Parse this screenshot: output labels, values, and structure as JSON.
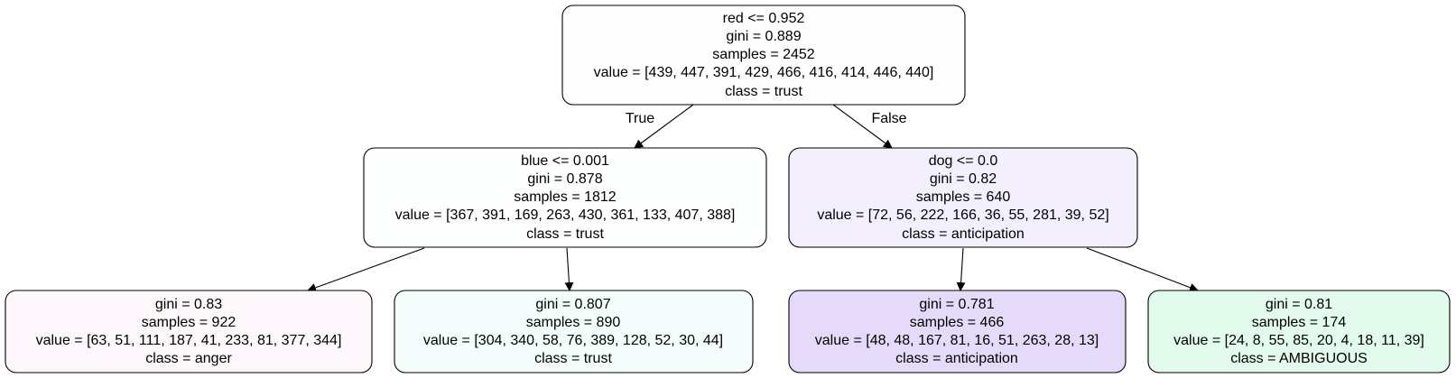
{
  "colors": {
    "node_root": "#fefefe",
    "node_left": "#fdfefe",
    "node_right": "#f3effd",
    "leaf_1": "#fdf7fc",
    "leaf_2": "#f4fdfc",
    "leaf_3": "#e6dafa",
    "leaf_4": "#e3fbed",
    "edge": "#000000"
  },
  "nodes": [
    {
      "id": "root",
      "lines": [
        "red <= 0.952",
        "gini = 0.889",
        "samples = 2452",
        "value = [439, 447, 391, 429, 466, 416, 414, 446, 440]",
        "class = trust"
      ]
    },
    {
      "id": "left",
      "lines": [
        "blue <= 0.001",
        "gini = 0.878",
        "samples = 1812",
        "value = [367, 391, 169, 263, 430, 361, 133, 407, 388]",
        "class = trust"
      ]
    },
    {
      "id": "right",
      "lines": [
        "dog <= 0.0",
        "gini = 0.82",
        "samples = 640",
        "value = [72, 56, 222, 166, 36, 55, 281, 39, 52]",
        "class = anticipation"
      ]
    },
    {
      "id": "leaf1",
      "lines": [
        "gini = 0.83",
        "samples = 922",
        "value = [63, 51, 111, 187, 41, 233, 81, 377, 344]",
        "class = anger"
      ]
    },
    {
      "id": "leaf2",
      "lines": [
        "gini = 0.807",
        "samples = 890",
        "value = [304, 340, 58, 76, 389, 128, 52, 30, 44]",
        "class = trust"
      ]
    },
    {
      "id": "leaf3",
      "lines": [
        "gini = 0.781",
        "samples = 466",
        "value = [48, 48, 167, 81, 16, 51, 263, 28, 13]",
        "class = anticipation"
      ]
    },
    {
      "id": "leaf4",
      "lines": [
        "gini = 0.81",
        "samples = 174",
        "value = [24, 8, 55, 85, 20, 4, 18, 11, 39]",
        "class = AMBIGUOUS"
      ]
    }
  ],
  "edges": [
    {
      "from": "root",
      "to": "left",
      "label": "True"
    },
    {
      "from": "root",
      "to": "right",
      "label": "False"
    },
    {
      "from": "left",
      "to": "leaf1",
      "label": ""
    },
    {
      "from": "left",
      "to": "leaf2",
      "label": ""
    },
    {
      "from": "right",
      "to": "leaf3",
      "label": ""
    },
    {
      "from": "right",
      "to": "leaf4",
      "label": ""
    }
  ]
}
